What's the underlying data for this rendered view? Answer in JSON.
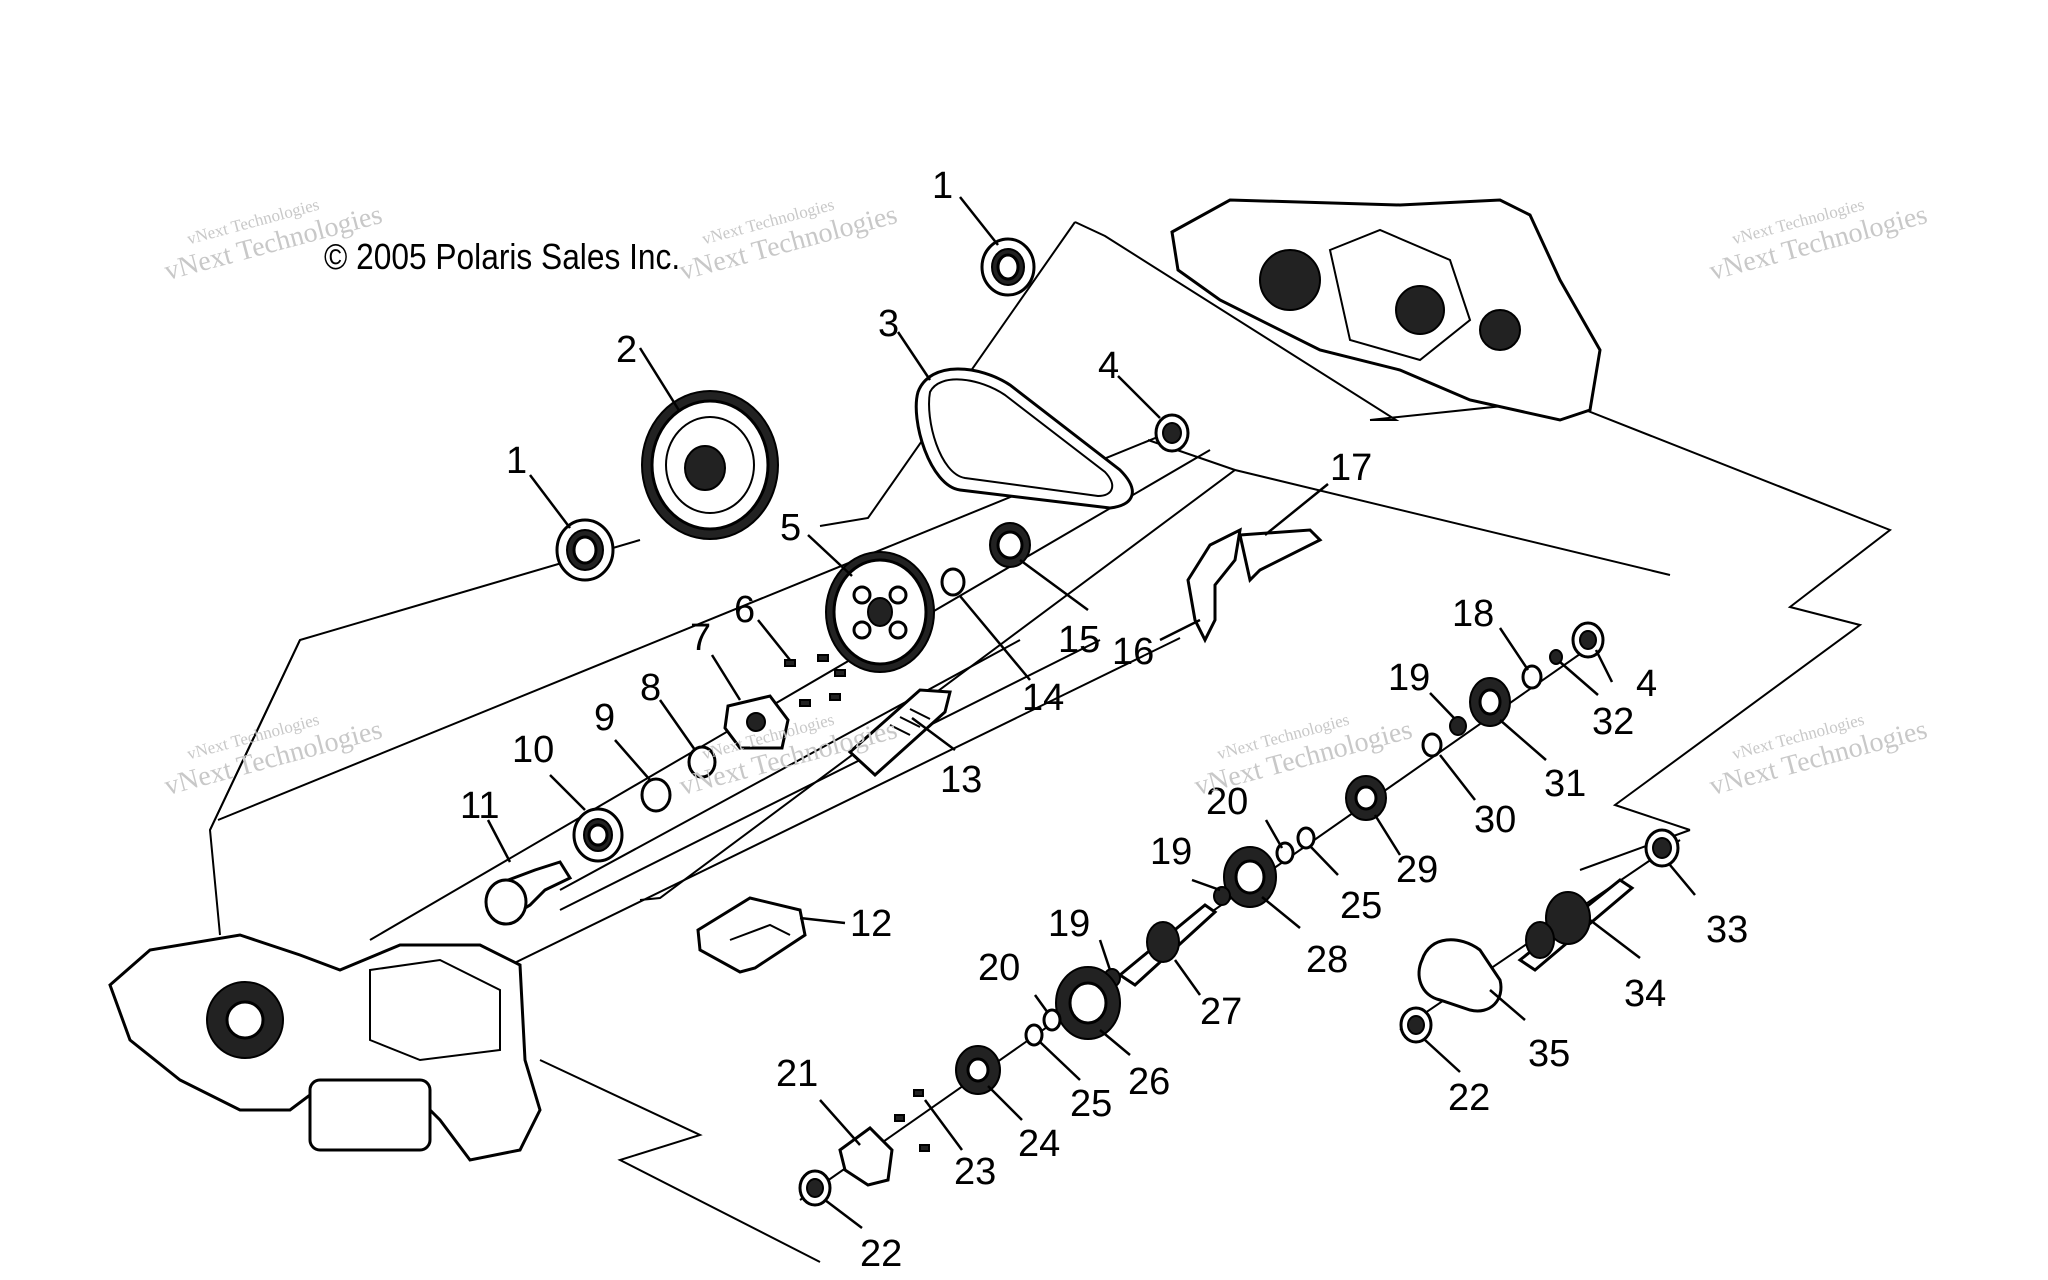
{
  "copyright": "© 2005 Polaris Sales Inc.",
  "watermark": {
    "line1": "vNext Technologies",
    "line2": "vNext Technologies"
  },
  "callouts": [
    "1",
    "1",
    "2",
    "3",
    "4",
    "4",
    "5",
    "6",
    "7",
    "8",
    "9",
    "10",
    "11",
    "12",
    "13",
    "14",
    "15",
    "16",
    "17",
    "18",
    "19",
    "19",
    "19",
    "20",
    "20",
    "21",
    "22",
    "22",
    "22",
    "23",
    "24",
    "25",
    "25",
    "26",
    "27",
    "28",
    "29",
    "30",
    "31",
    "32",
    "33",
    "34",
    "35"
  ],
  "colors": {
    "ink": "#000000",
    "watermark": "#c8c8c8",
    "background": "#ffffff"
  }
}
